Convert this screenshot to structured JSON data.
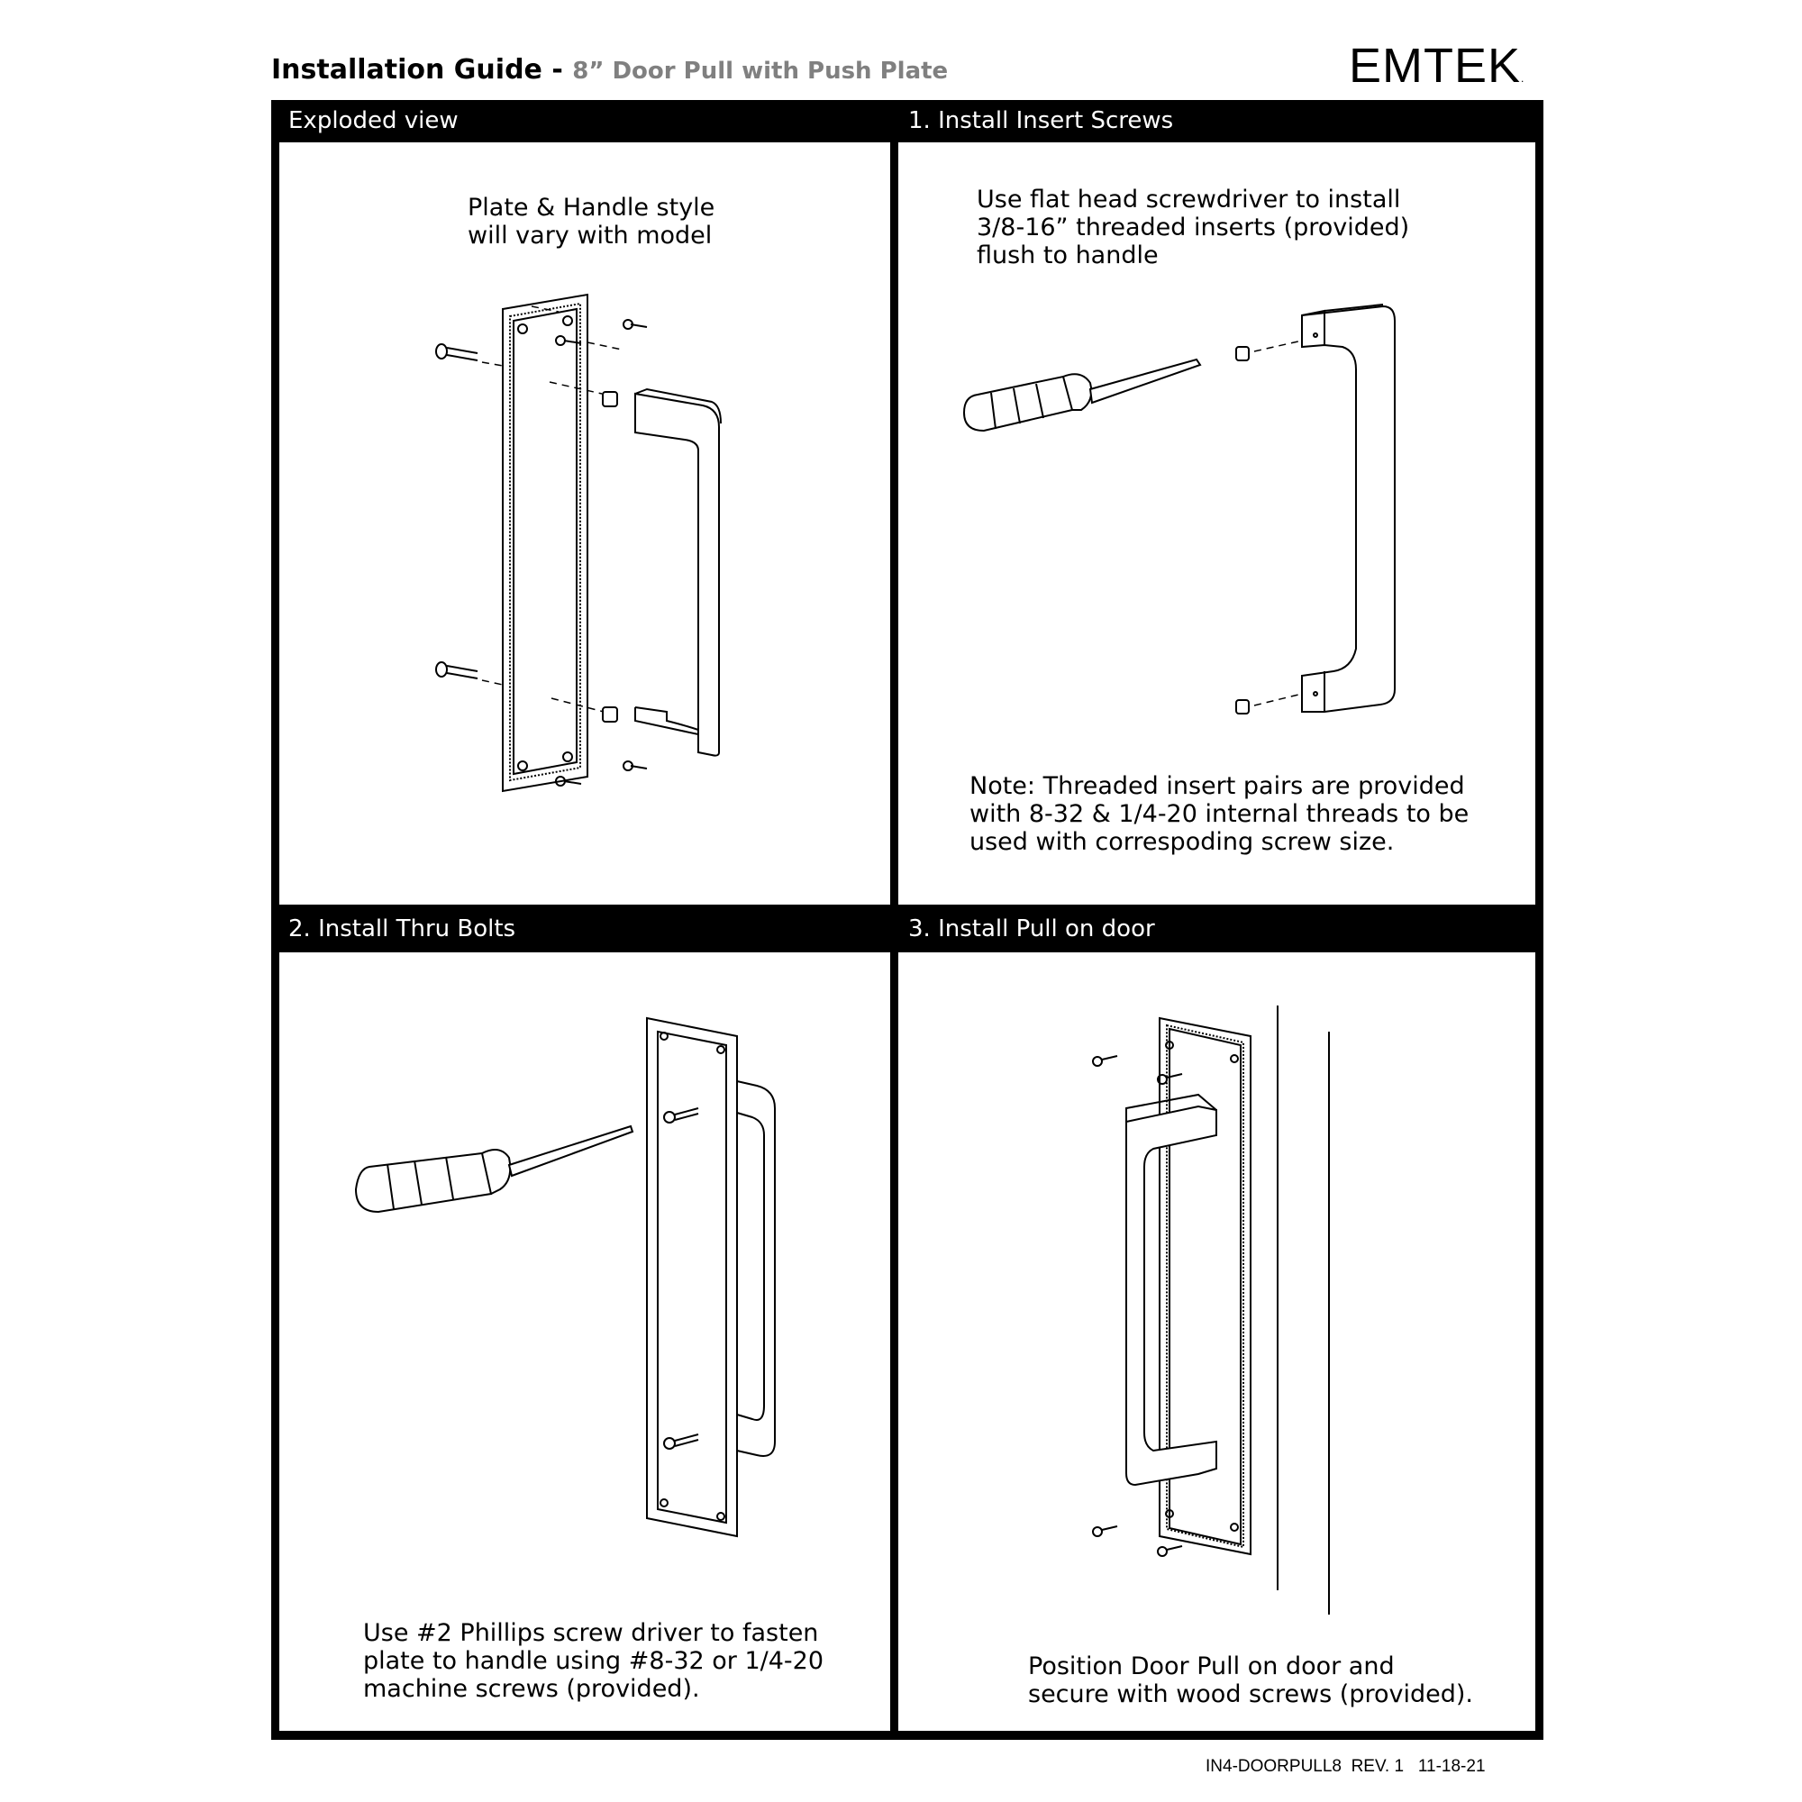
{
  "header": {
    "title_main": "Installation Guide - ",
    "title_sub": "8” Door Pull with Push Plate",
    "logo": "EMTEK",
    "logo_mark": "."
  },
  "panels": [
    {
      "heading": "Exploded view",
      "text_lines": [
        "Plate & Handle style",
        "will vary with model"
      ]
    },
    {
      "heading": "1. Install Insert Screws",
      "text_lines": [
        "Use flat head screwdriver to install",
        "3/8-16” threaded inserts (provided)",
        "flush to handle"
      ],
      "note_lines": [
        "Note: Threaded insert pairs are provided",
        "with 8-32 & 1/4-20 internal threads to be",
        "used with correspoding screw size."
      ]
    },
    {
      "heading": "2. Install Thru Bolts",
      "text_lines": [
        "Use #2 Phillips screw driver to fasten",
        "plate to handle using #8-32 or 1/4-20",
        "machine screws (provided)."
      ]
    },
    {
      "heading": "3. Install Pull on door",
      "text_lines": [
        "Position Door Pull on door and",
        "secure with wood screws (provided)."
      ]
    }
  ],
  "footer": {
    "doc_id": "IN4-DOORPULL8",
    "rev": "REV. 1",
    "date": "11-18-21"
  }
}
